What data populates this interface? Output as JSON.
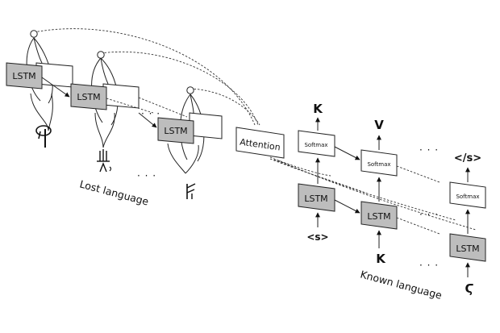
{
  "encoder": {
    "cell_label": "LSTM",
    "caption": "Lost language",
    "ellipsis": "· · ·"
  },
  "attention": {
    "label": "Attention"
  },
  "decoder": {
    "cell_label": "LSTM",
    "softmax_label": "Softmax",
    "caption": "Known language",
    "ellipsis": "· · ·",
    "inputs": [
      "<s>",
      "K",
      "Ϛ"
    ],
    "outputs": [
      "K",
      "V",
      "</s>"
    ]
  }
}
